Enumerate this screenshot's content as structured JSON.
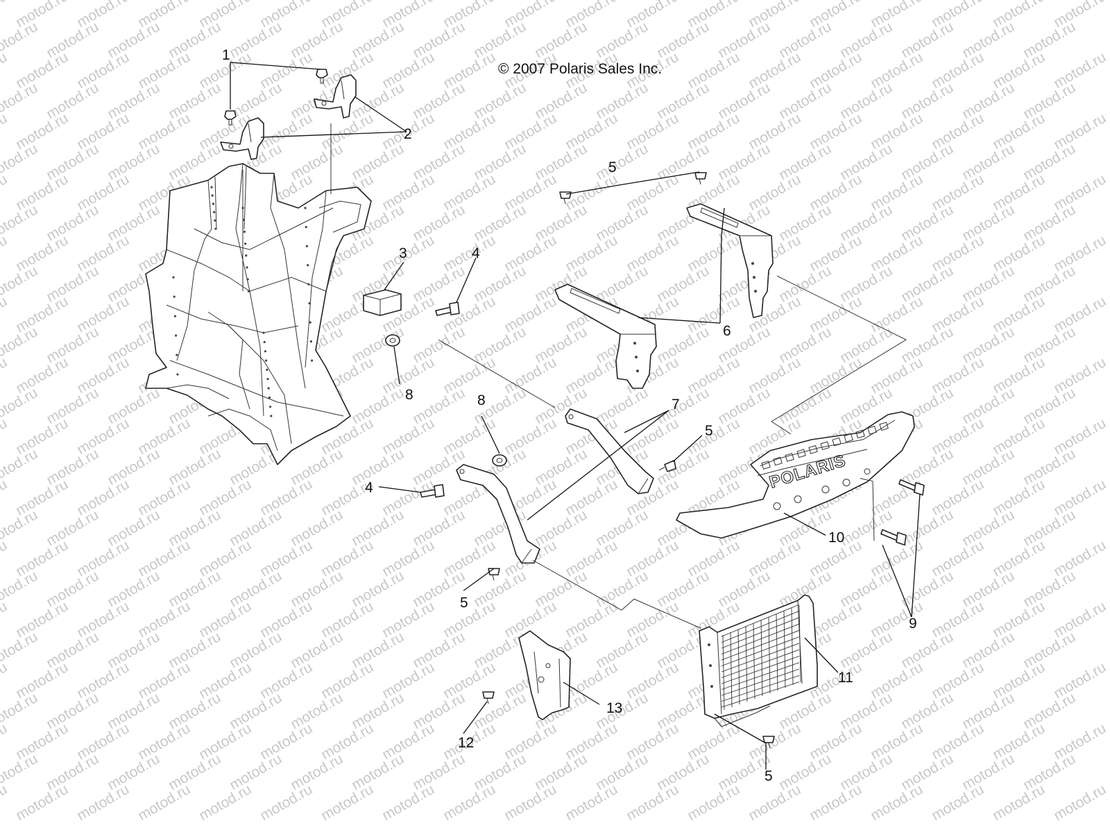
{
  "copyright": "© 2007 Polaris Sales Inc.",
  "watermark": "motod.ru",
  "logo_text": "POLARIS",
  "callouts": [
    "1",
    "2",
    "3",
    "4",
    "4",
    "5",
    "5",
    "5",
    "5",
    "6",
    "7",
    "8",
    "8",
    "9",
    "10",
    "11",
    "12",
    "13"
  ]
}
